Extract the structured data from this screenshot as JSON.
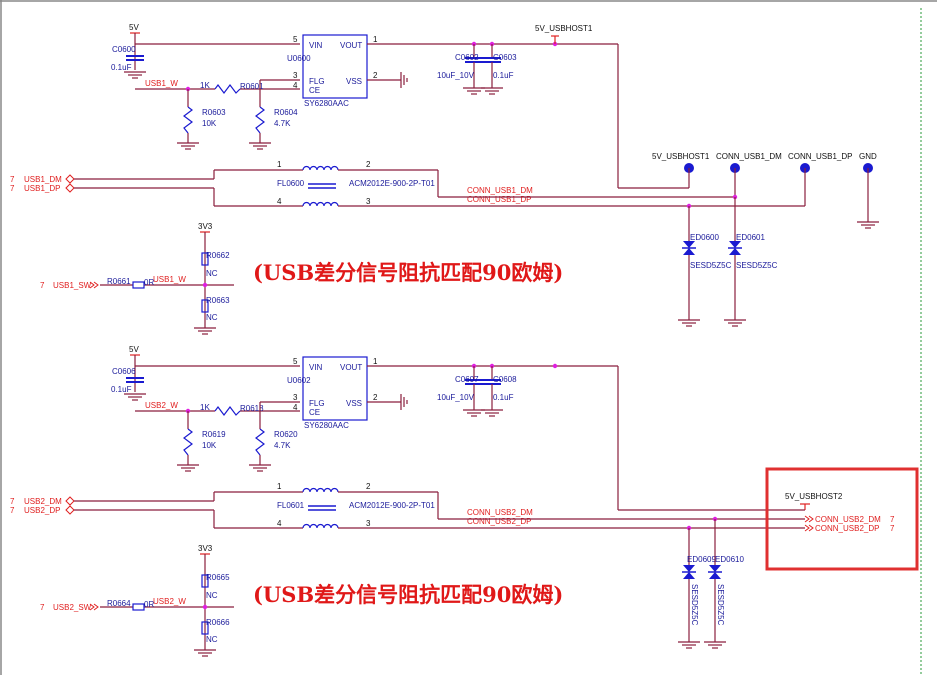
{
  "colors": {
    "wire": "#8a1f3d",
    "component": "#1a1ad0",
    "net_label": "#e02020",
    "junction": "#e020e0",
    "highlight_box": "#e03030",
    "border_dotted": "#2a9a3a"
  },
  "note": "(USB差分信号阻抗匹配90欧姆)",
  "blocks": [
    {
      "supply": "5V",
      "c_in": {
        "ref": "C0600",
        "value": "0.1uF"
      },
      "net_w": "USB1_W",
      "r_series": {
        "ref": "R0601",
        "value": "1K"
      },
      "r_pd": {
        "ref": "R0603",
        "value": "10K"
      },
      "r_flg": {
        "ref": "R0604",
        "value": "4.7K"
      },
      "ic": {
        "ref": "U0600",
        "part": "SY6280AAC",
        "vin": "VIN",
        "vout": "VOUT",
        "flg": "FLG",
        "ce": "CE",
        "vss": "VSS",
        "pin_vin": "5",
        "pin_vout": "1",
        "pin_flg": "3",
        "pin_ce": "4",
        "pin_vss": "2"
      },
      "c_out1": {
        "ref": "C0602",
        "value": "10uF_10V"
      },
      "c_out2": {
        "ref": "C0603",
        "value": "0.1uF"
      },
      "vbus_net": "5V_USBHOST1",
      "port_dm": {
        "sheet": "7",
        "name": "USB1_DM"
      },
      "port_dp": {
        "sheet": "7",
        "name": "USB1_DP"
      },
      "filter": {
        "ref": "FL0600",
        "part": "ACM2012E-900-2P-T01",
        "p1": "1",
        "p2": "2",
        "p3": "3",
        "p4": "4"
      },
      "conn_dm": "CONN_USB1_DM",
      "conn_dp": "CONN_USB1_DP",
      "tvs1": {
        "ref": "ED0600",
        "part": "SESD5Z5C"
      },
      "tvs2": {
        "ref": "ED0601",
        "part": "SESD5Z5C"
      },
      "testpoints": [
        "5V_USBHOST1",
        "CONN_USB1_DM",
        "CONN_USB1_DP",
        "GND"
      ],
      "sw": {
        "rail": "3V3",
        "port_sheet": "7",
        "port": "USB1_SW",
        "r_series_ref": "R0661",
        "r_series_value": "0R",
        "net": "USB1_W",
        "r_up_ref": "R0662",
        "r_up_value": "NC",
        "r_down_ref": "R0663",
        "r_down_value": "NC"
      }
    },
    {
      "supply": "5V",
      "c_in": {
        "ref": "C0606",
        "value": "0.1uF"
      },
      "net_w": "USB2_W",
      "r_series": {
        "ref": "R0618",
        "value": "1K"
      },
      "r_pd": {
        "ref": "R0619",
        "value": "10K"
      },
      "r_flg": {
        "ref": "R0620",
        "value": "4.7K"
      },
      "ic": {
        "ref": "U0602",
        "part": "SY6280AAC",
        "vin": "VIN",
        "vout": "VOUT",
        "flg": "FLG",
        "ce": "CE",
        "vss": "VSS",
        "pin_vin": "5",
        "pin_vout": "1",
        "pin_flg": "3",
        "pin_ce": "4",
        "pin_vss": "2"
      },
      "c_out1": {
        "ref": "C0607",
        "value": "10uF_10V"
      },
      "c_out2": {
        "ref": "C0608",
        "value": "0.1uF"
      },
      "vbus_net": "5V_USBHOST2",
      "port_dm": {
        "sheet": "7",
        "name": "USB2_DM"
      },
      "port_dp": {
        "sheet": "7",
        "name": "USB2_DP"
      },
      "filter": {
        "ref": "FL0601",
        "part": "ACM2012E-900-2P-T01",
        "p1": "1",
        "p2": "2",
        "p3": "3",
        "p4": "4"
      },
      "conn_dm": "CONN_USB2_DM",
      "conn_dp": "CONN_USB2_DP",
      "tvs1": {
        "ref": "ED0609",
        "part": "SESD5Z5C"
      },
      "tvs2": {
        "ref": "ED0610",
        "part": "SESD5Z5C"
      },
      "out_ports": [
        {
          "name": "CONN_USB2_DM",
          "sheet": "7"
        },
        {
          "name": "CONN_USB2_DP",
          "sheet": "7"
        }
      ],
      "sw": {
        "rail": "3V3",
        "port_sheet": "7",
        "port": "USB2_SW",
        "r_series_ref": "R0664",
        "r_series_value": "0R",
        "net": "USB2_W",
        "r_up_ref": "R0665",
        "r_up_value": "NC",
        "r_down_ref": "R0666",
        "r_down_value": "NC"
      }
    }
  ]
}
